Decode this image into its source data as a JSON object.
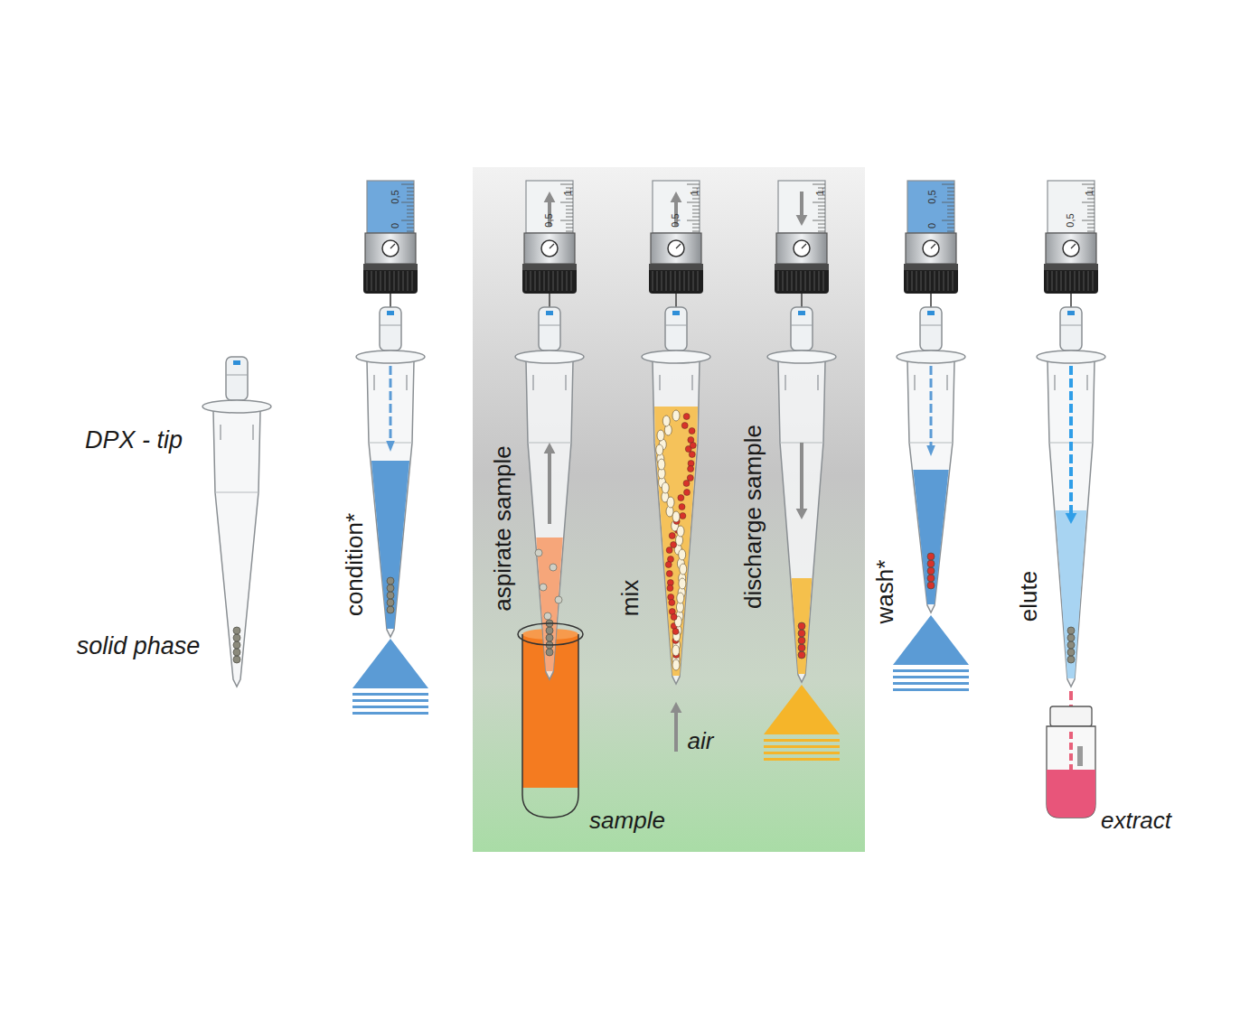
{
  "diagram": {
    "labels": [
      "DPX - tip",
      "solid phase",
      "0,5",
      "0",
      "condition*",
      "1.",
      "0,5",
      "aspirate sample",
      "sample",
      "1.",
      "0,5",
      "mix",
      "air",
      "1.",
      "discharge sample",
      "0,5",
      "0",
      "wash*",
      "1.",
      "0,5",
      "elute",
      "extract"
    ]
  }
}
